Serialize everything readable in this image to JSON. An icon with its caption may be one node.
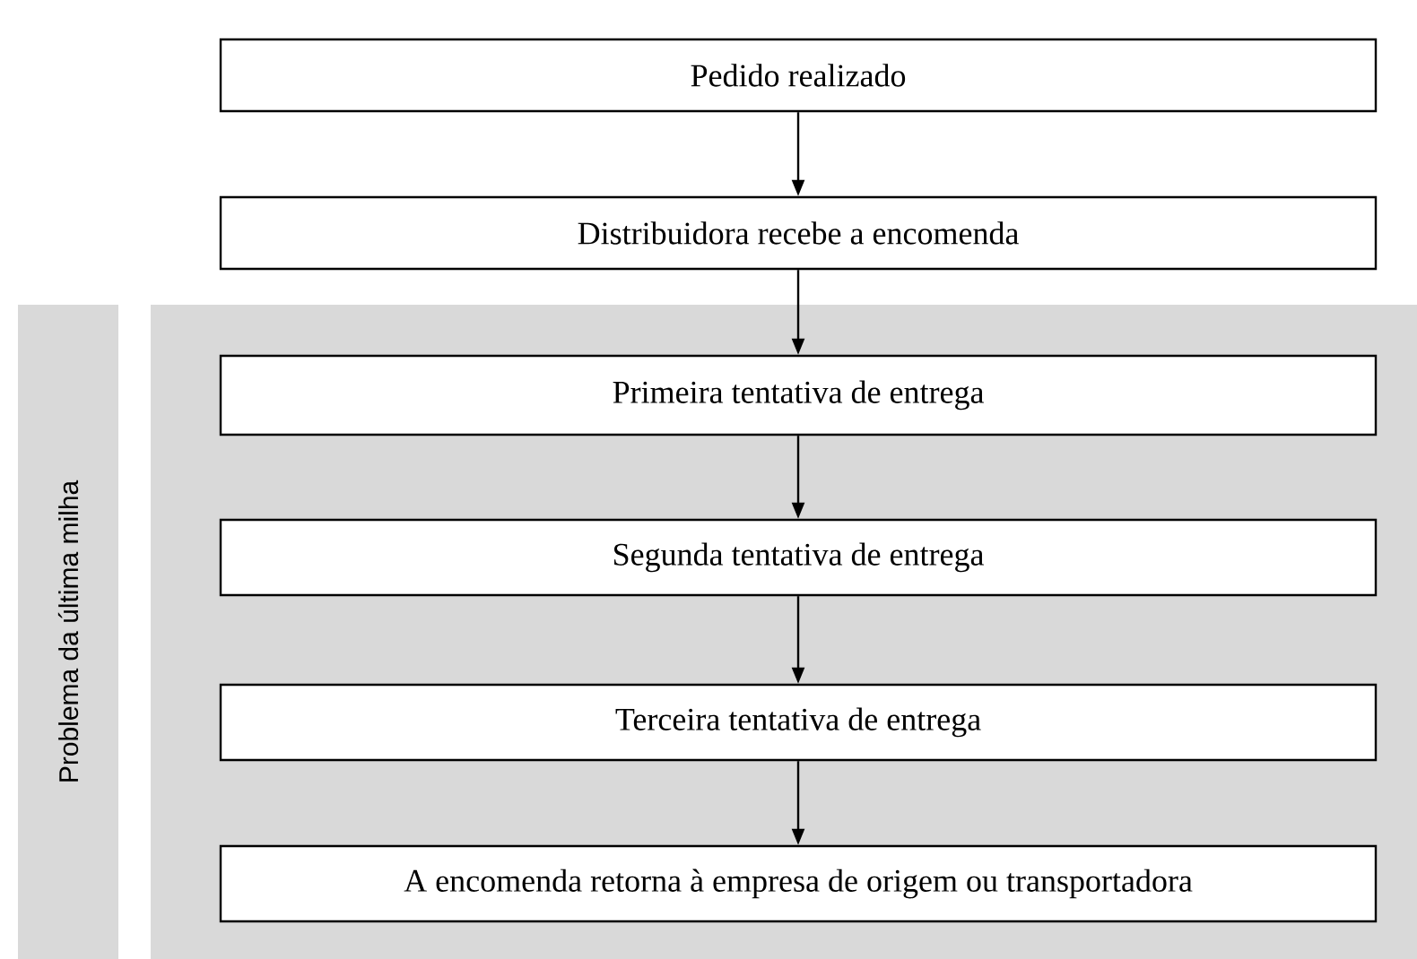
{
  "diagram": {
    "nodes": [
      {
        "text": [
          "Pedido realizado"
        ]
      },
      {
        "text": [
          "Distribuidora recebe a encomenda"
        ]
      },
      {
        "text": [
          "Problema da última milha"
        ]
      },
      {
        "text": [],
        "shape": "box"
      },
      {
        "text": [
          "Primeira tentativa de entrega"
        ],
        "in": 3
      },
      {
        "text": [
          "Segunda tentativa de entrega"
        ],
        "in": 3
      },
      {
        "text": [
          "Terceira tentativa de entrega"
        ],
        "in": 3
      },
      {
        "text": [
          "A encomenda retorna à empresa de origem ou transportadora"
        ],
        "in": 3
      }
    ],
    "edges": [
      {
        "from": 0,
        "to": 1,
        "arrow": "to"
      },
      {
        "from": 1,
        "to": 4,
        "arrow": "to"
      },
      {
        "from": 4,
        "to": 5,
        "arrow": "to"
      },
      {
        "from": 5,
        "to": 6,
        "arrow": "to"
      },
      {
        "from": 6,
        "to": 7,
        "arrow": "to"
      }
    ]
  }
}
